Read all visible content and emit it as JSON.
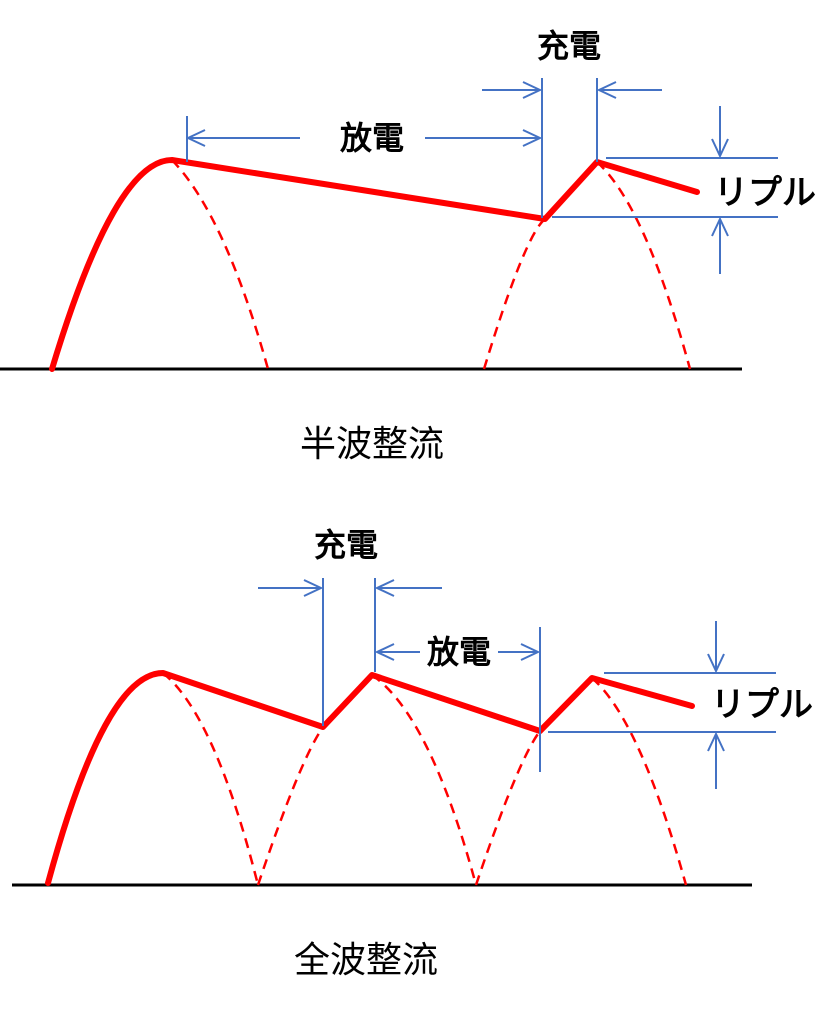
{
  "half_wave": {
    "caption": "半波整流",
    "charge_label": "充電",
    "discharge_label": "放電",
    "ripple_label": "リプル"
  },
  "full_wave": {
    "caption": "全波整流",
    "charge_label": "充電",
    "discharge_label": "放電",
    "ripple_label": "リプル"
  },
  "colors": {
    "waveform": "#ff0000",
    "dimension_lines": "#4472c4",
    "axis": "#000000",
    "text": "#000000"
  }
}
